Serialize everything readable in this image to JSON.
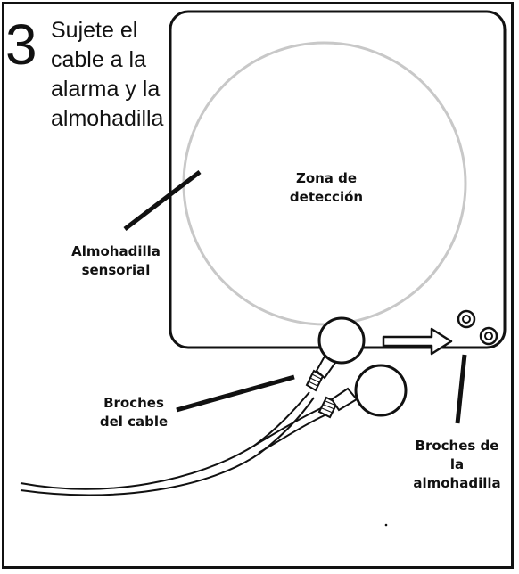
{
  "step": {
    "number": "3",
    "instruction_lines": [
      "Sujete el",
      "cable a la",
      "alarma y la",
      "almohadilla"
    ]
  },
  "labels": {
    "detection_zone": [
      "Zona de",
      "detección"
    ],
    "sensor_pad": [
      "Almohadilla",
      "sensorial"
    ],
    "cable_clips": [
      "Broches",
      "del cable"
    ],
    "pad_snaps": [
      "Broches de",
      "la",
      "almohadilla"
    ]
  },
  "colors": {
    "line": "#111111",
    "zone_circle": "#c8c8c8",
    "background": "#ffffff"
  }
}
